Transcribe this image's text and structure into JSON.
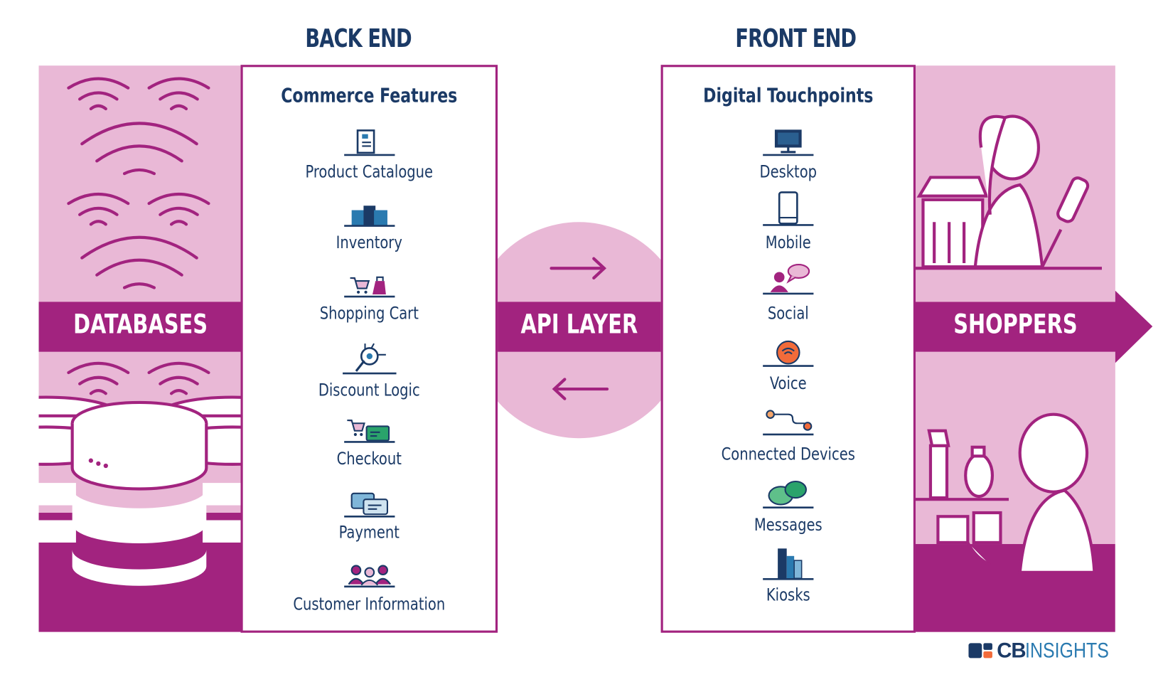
{
  "back_end": {
    "title": "BACK END",
    "box_title": "Commerce Features",
    "items": [
      {
        "label": "Product Catalogue",
        "icon": "catalogue-icon"
      },
      {
        "label": "Inventory",
        "icon": "inventory-icon"
      },
      {
        "label": "Shopping Cart",
        "icon": "shopping-cart-icon"
      },
      {
        "label": "Discount Logic",
        "icon": "discount-logic-icon"
      },
      {
        "label": "Checkout",
        "icon": "checkout-icon"
      },
      {
        "label": "Payment",
        "icon": "payment-icon"
      },
      {
        "label": "Customer Information",
        "icon": "customers-icon"
      }
    ]
  },
  "front_end": {
    "title": "FRONT END",
    "box_title": "Digital Touchpoints",
    "items": [
      {
        "label": "Desktop",
        "icon": "desktop-icon"
      },
      {
        "label": "Mobile",
        "icon": "mobile-icon"
      },
      {
        "label": "Social",
        "icon": "social-icon"
      },
      {
        "label": "Voice",
        "icon": "voice-icon"
      },
      {
        "label": "Connected Devices",
        "icon": "connected-devices-icon"
      },
      {
        "label": "Messages",
        "icon": "messages-icon"
      },
      {
        "label": "Kiosks",
        "icon": "kiosks-icon"
      }
    ]
  },
  "databases": {
    "label": "DATABASES"
  },
  "api_layer": {
    "label": "API LAYER"
  },
  "shoppers": {
    "label": "SHOPPERS"
  },
  "logo": {
    "text_bold": "CB",
    "text_light": "INSIGHTS"
  },
  "colors": {
    "purple": "#a2237f",
    "pink": "#e9b8d6",
    "navy": "#1b3a66",
    "blue": "#2a7ab0",
    "orange": "#f26b3a"
  }
}
